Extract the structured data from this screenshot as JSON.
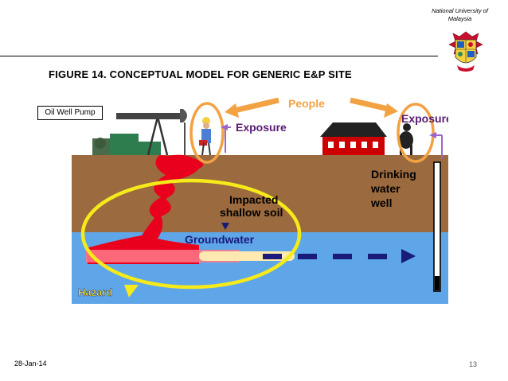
{
  "header": {
    "institution_line1": "National University of",
    "institution_line2": "Malaysia",
    "crest_icon": "university-crest-icon"
  },
  "figure": {
    "title": "FIGURE 14. CONCEPTUAL MODEL FOR GENERIC E&P SITE"
  },
  "diagram": {
    "callout": "Oil Well Pump",
    "labels": {
      "people": "People",
      "exposure_left": "Exposure",
      "exposure_right": "Exposure",
      "drinking_1": "Drinking",
      "drinking_2": "water",
      "drinking_3": "well",
      "impacted_1": "Impacted",
      "impacted_2": "shallow soil",
      "groundwater": "Groundwater",
      "hazard": "Hazard"
    },
    "colors": {
      "soil": "#9b6a3e",
      "groundwater": "#5ea6e8",
      "sky": "#ffffff",
      "contamination": "#e8001c",
      "hazard_ellipse": "#f6ea1a",
      "exposure_circle": "#f3a243",
      "people_arrow": "#f3a243",
      "exposure_text": "#5a1a73",
      "exposure_arrow": "#9966cc",
      "flow_arrow": "#1a1a7a",
      "house": "#cc0000"
    },
    "icons": [
      "pump-jack-icon",
      "worker-icon",
      "house-icon",
      "cow-icon",
      "well-pipe-icon"
    ]
  },
  "footer": {
    "date": "28-Jan-14",
    "page": "13"
  }
}
